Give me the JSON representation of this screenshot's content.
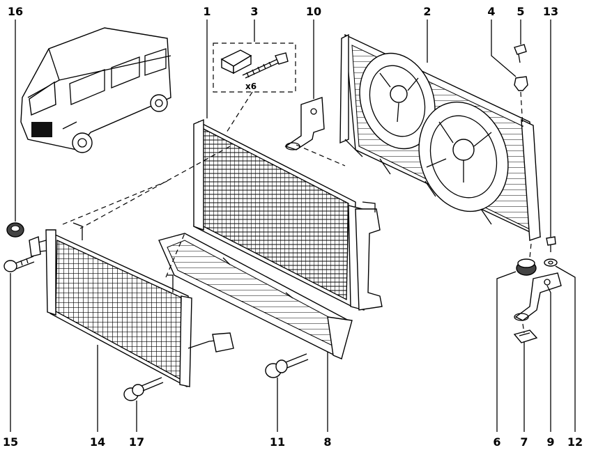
{
  "callouts": {
    "n1": "1",
    "n2": "2",
    "n3": "3",
    "n4": "4",
    "n5": "5",
    "n6": "6",
    "n7": "7",
    "n8": "8",
    "n9": "9",
    "n10": "10",
    "n11": "11",
    "n12": "12",
    "n13": "13",
    "n14": "14",
    "n15": "15",
    "n16": "16",
    "n17": "17"
  },
  "quantity_note": "x6"
}
